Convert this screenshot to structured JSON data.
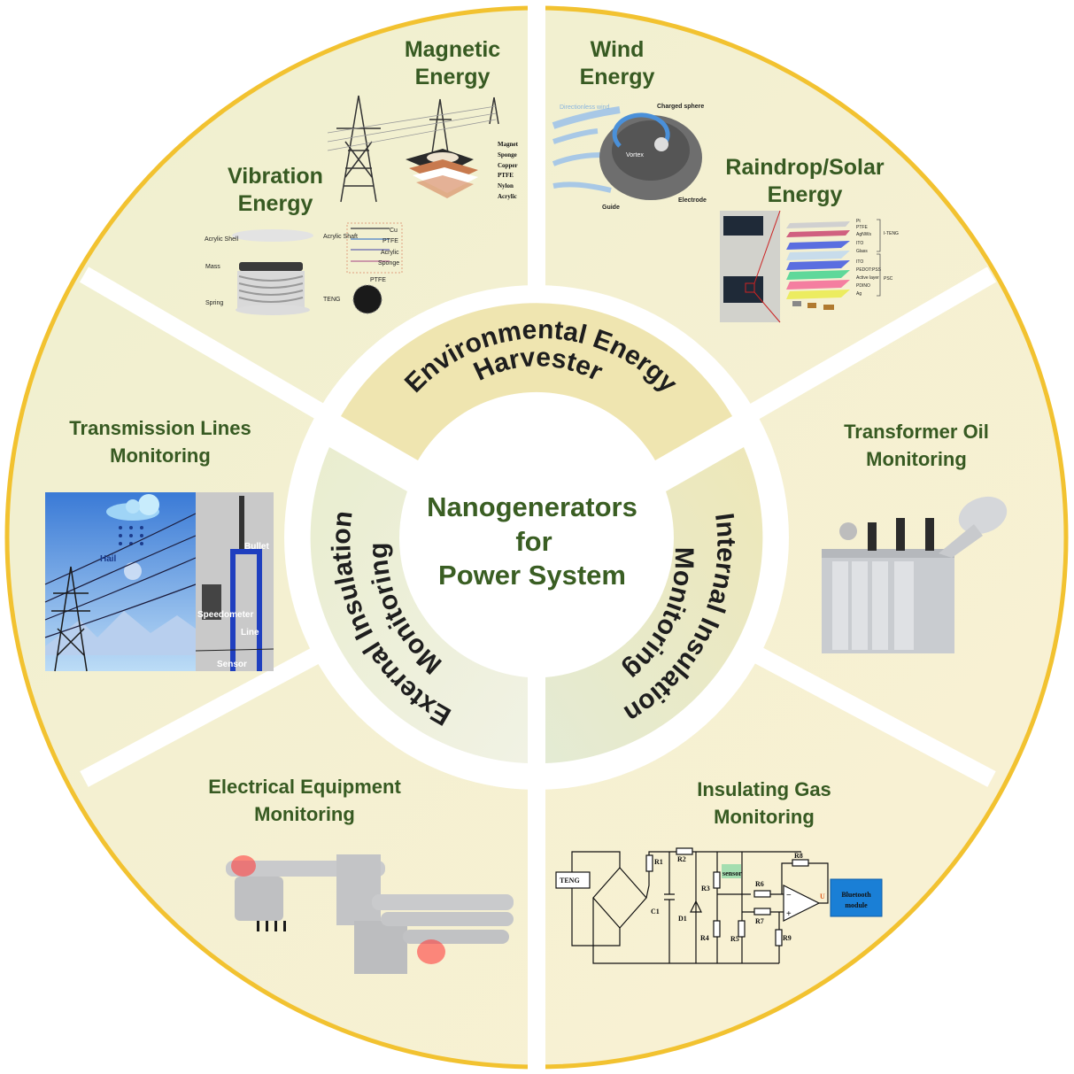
{
  "center": {
    "line1": "Nanogenerators",
    "line2": "for",
    "line3": "Power System"
  },
  "inner_ring": {
    "top": {
      "line1": "Environmental Energy",
      "line2": "Harvester"
    },
    "left": {
      "line1": "External Insulation",
      "line2": "Monitoring"
    },
    "right": {
      "line1": "Internal Insulation",
      "line2": "Monitoring"
    }
  },
  "sectors": {
    "magnetic": {
      "title1": "Magnetic",
      "title2": "Energy",
      "labels": [
        "Magnet",
        "Sponge",
        "Copper",
        "PTFE",
        "Nylon",
        "Acrylic"
      ]
    },
    "wind": {
      "title1": "Wind",
      "title2": "Energy",
      "labels": {
        "wind": "Directionless wind",
        "sphere": "Charged sphere",
        "vortex": "Vortex",
        "guide": "Guide",
        "electrode": "Electrode"
      }
    },
    "vibration": {
      "title1": "Vibration",
      "title2": "Energy",
      "labels": {
        "shell": "Acrylic Shell",
        "shaft": "Acrylic Shaft",
        "mass": "Mass",
        "spring": "Spring",
        "teng": "TENG",
        "cu": "Cu",
        "ptfe": "PTFE",
        "acrylic": "Acrylic",
        "sponge": "Sponge",
        "ptfe2": "PTFE"
      }
    },
    "raindrop": {
      "title1": "Raindrop/Solar",
      "title2": "Energy",
      "layers": [
        "Pt",
        "PTFE",
        "AgNWs",
        "ITO",
        "Glass",
        "ITO",
        "PEDOT:PSS",
        "Active layer",
        "PDINO",
        "Ag"
      ],
      "groups": {
        "teng": "I-TENG",
        "psc": "PSC"
      }
    },
    "transmission": {
      "title1": "Transmission Lines",
      "title2": "Monitoring",
      "labels": {
        "hail": "Hail",
        "bullet": "Bullet",
        "speedometer": "Speedometer",
        "line": "Line",
        "sensor": "Sensor"
      }
    },
    "transformer": {
      "title1": "Transformer Oil",
      "title2": "Monitoring"
    },
    "equipment": {
      "title1": "Electrical Equipment",
      "title2": "Monitoring"
    },
    "gas": {
      "title1": "Insulating Gas",
      "title2": "Monitoring",
      "circuit": {
        "teng": "TENG",
        "r1": "R1",
        "r2": "R2",
        "r3": "R3",
        "r4": "R4",
        "r5": "R5",
        "r6": "R6",
        "r7": "R7",
        "r8": "R8",
        "r9": "R9",
        "c1": "C1",
        "d1": "D1",
        "sensor": "sensor",
        "output": "U",
        "bluetooth1": "Bluetooth",
        "bluetooth2": "module",
        "minus": "−",
        "plus": "+"
      }
    }
  },
  "colors": {
    "title_green": "#375a22",
    "outer_border": "#f2c230",
    "sector_fill": "#f7f0cf",
    "inner_ring_fill": "#efe6b3",
    "inner_green_fill": "#e6ecd0",
    "bluetooth_blue": "#1a7fd6"
  }
}
